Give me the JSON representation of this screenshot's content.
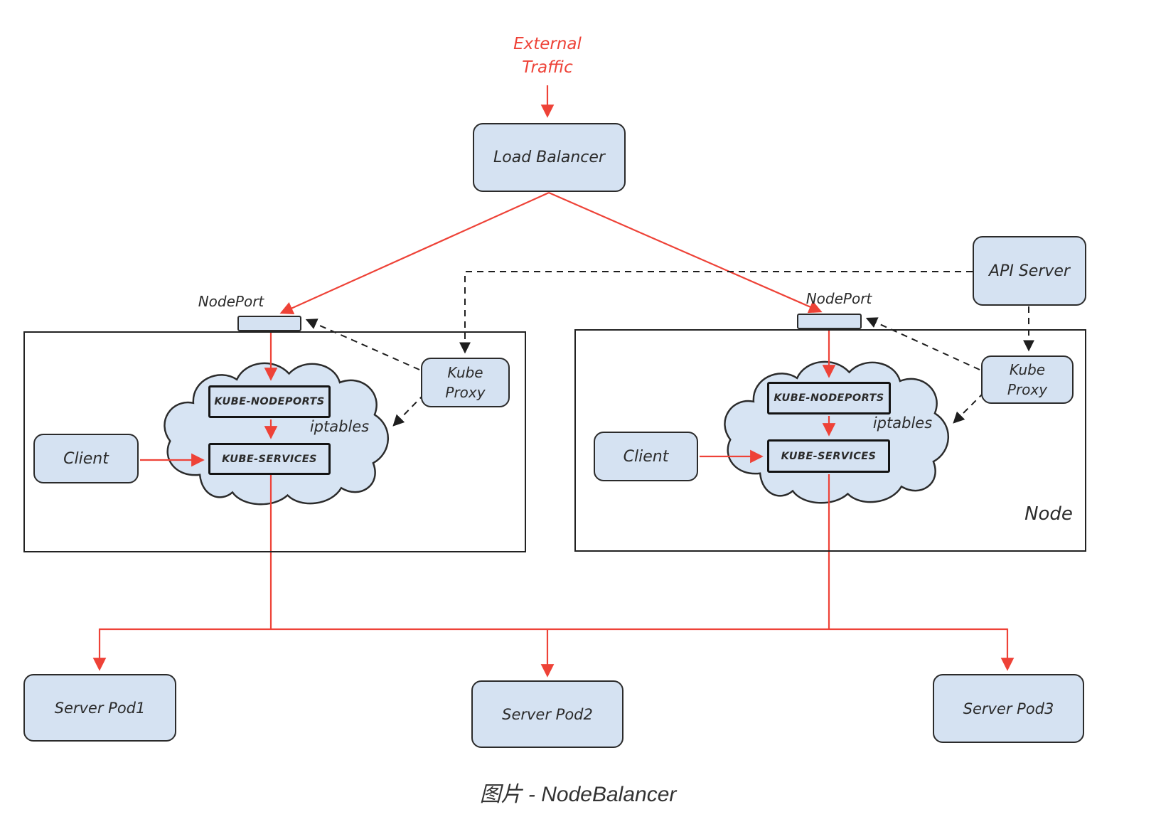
{
  "colors": {
    "box_fill": "#d5e2f2",
    "box_border": "#2b2b2b",
    "red_accent": "#ee4237",
    "dashed_line": "#1e1e1e"
  },
  "external_traffic": "External\nTraffic",
  "load_balancer": "Load Balancer",
  "api_server": "API Server",
  "nodes": [
    {
      "nodeport": "NodePort",
      "kube_nodeports": "KUBE-NODEPORTS",
      "kube_services": "KUBE-SERVICES",
      "iptables": "iptables",
      "client": "Client",
      "kube_proxy": "Kube\nProxy"
    },
    {
      "nodeport": "NodePort",
      "kube_nodeports": "KUBE-NODEPORTS",
      "kube_services": "KUBE-SERVICES",
      "iptables": "iptables",
      "client": "Client",
      "kube_proxy": "Kube\nProxy",
      "node_label": "Node"
    }
  ],
  "pods": [
    "Server Pod1",
    "Server Pod2",
    "Server Pod3"
  ],
  "caption": "图片 - NodeBalancer"
}
